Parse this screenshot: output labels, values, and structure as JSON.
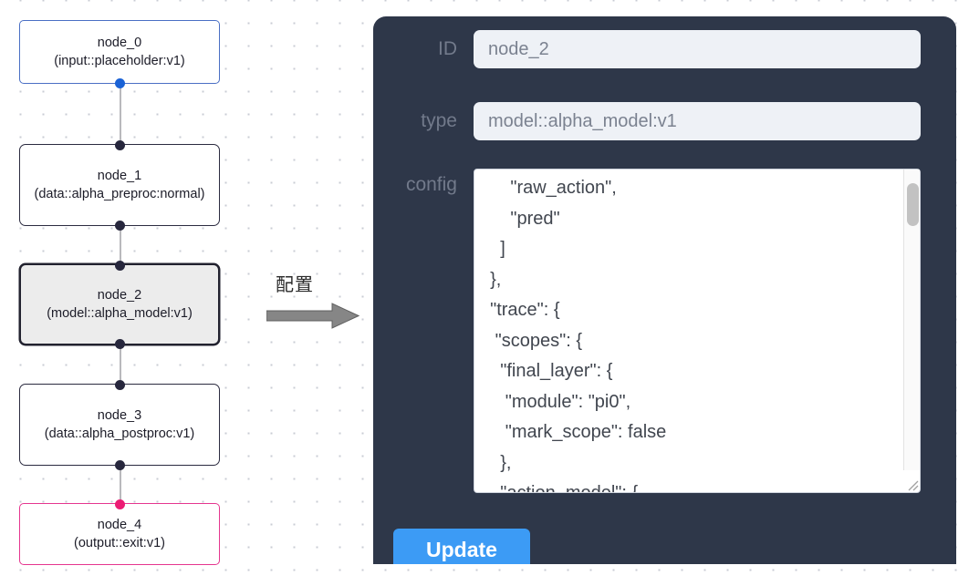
{
  "canvas": {
    "grid": "dotted",
    "background": "#ffffff",
    "dot_color": "#c9ccd4"
  },
  "graph": {
    "nodes": [
      {
        "id": "node_0",
        "name": "node_0",
        "type_label": "(input::placeholder:v1)",
        "role": "input",
        "border_color": "#4a6fc4",
        "selected": false
      },
      {
        "id": "node_1",
        "name": "node_1",
        "type_label": "(data::alpha_preproc:normal)",
        "role": "data",
        "border_color": "#2b2b40",
        "selected": false
      },
      {
        "id": "node_2",
        "name": "node_2",
        "type_label": "(model::alpha_model:v1)",
        "role": "model",
        "border_color": "#22222f",
        "selected": true
      },
      {
        "id": "node_3",
        "name": "node_3",
        "type_label": "(data::alpha_postproc:v1)",
        "role": "data",
        "border_color": "#2b2b40",
        "selected": false
      },
      {
        "id": "node_4",
        "name": "node_4",
        "type_label": "(output::exit:v1)",
        "role": "output",
        "border_color": "#e5368f",
        "selected": false
      }
    ],
    "port_color": "#27273d",
    "input_port_color": "#1a62d6",
    "output_port_color": "#ec1c74",
    "edge_color": "#b9b9bd"
  },
  "annotation": {
    "label": "配置",
    "arrow_icon": "right-arrow-icon",
    "arrow_color": "#808080"
  },
  "panel": {
    "background": "#2e3749",
    "fields": {
      "id": {
        "label": "ID",
        "value": "node_2",
        "placeholder": "node_2"
      },
      "type": {
        "label": "type",
        "value": "model::alpha_model:v1",
        "placeholder": "model::alpha_model:v1"
      },
      "config": {
        "label": "config",
        "value": "      \"raw_action\",\n      \"pred\"\n    ]\n  },\n  \"trace\": {\n   \"scopes\": {\n    \"final_layer\": {\n     \"module\": \"pi0\",\n     \"mark_scope\": false\n    },\n    \"action_model\": {"
      }
    },
    "update_button": {
      "label": "Update",
      "color": "#3c9bf5"
    },
    "scrollbar": {
      "thumb_color": "#c2c2c2",
      "position": "top"
    },
    "resize_handle": "resize-grip-icon"
  }
}
